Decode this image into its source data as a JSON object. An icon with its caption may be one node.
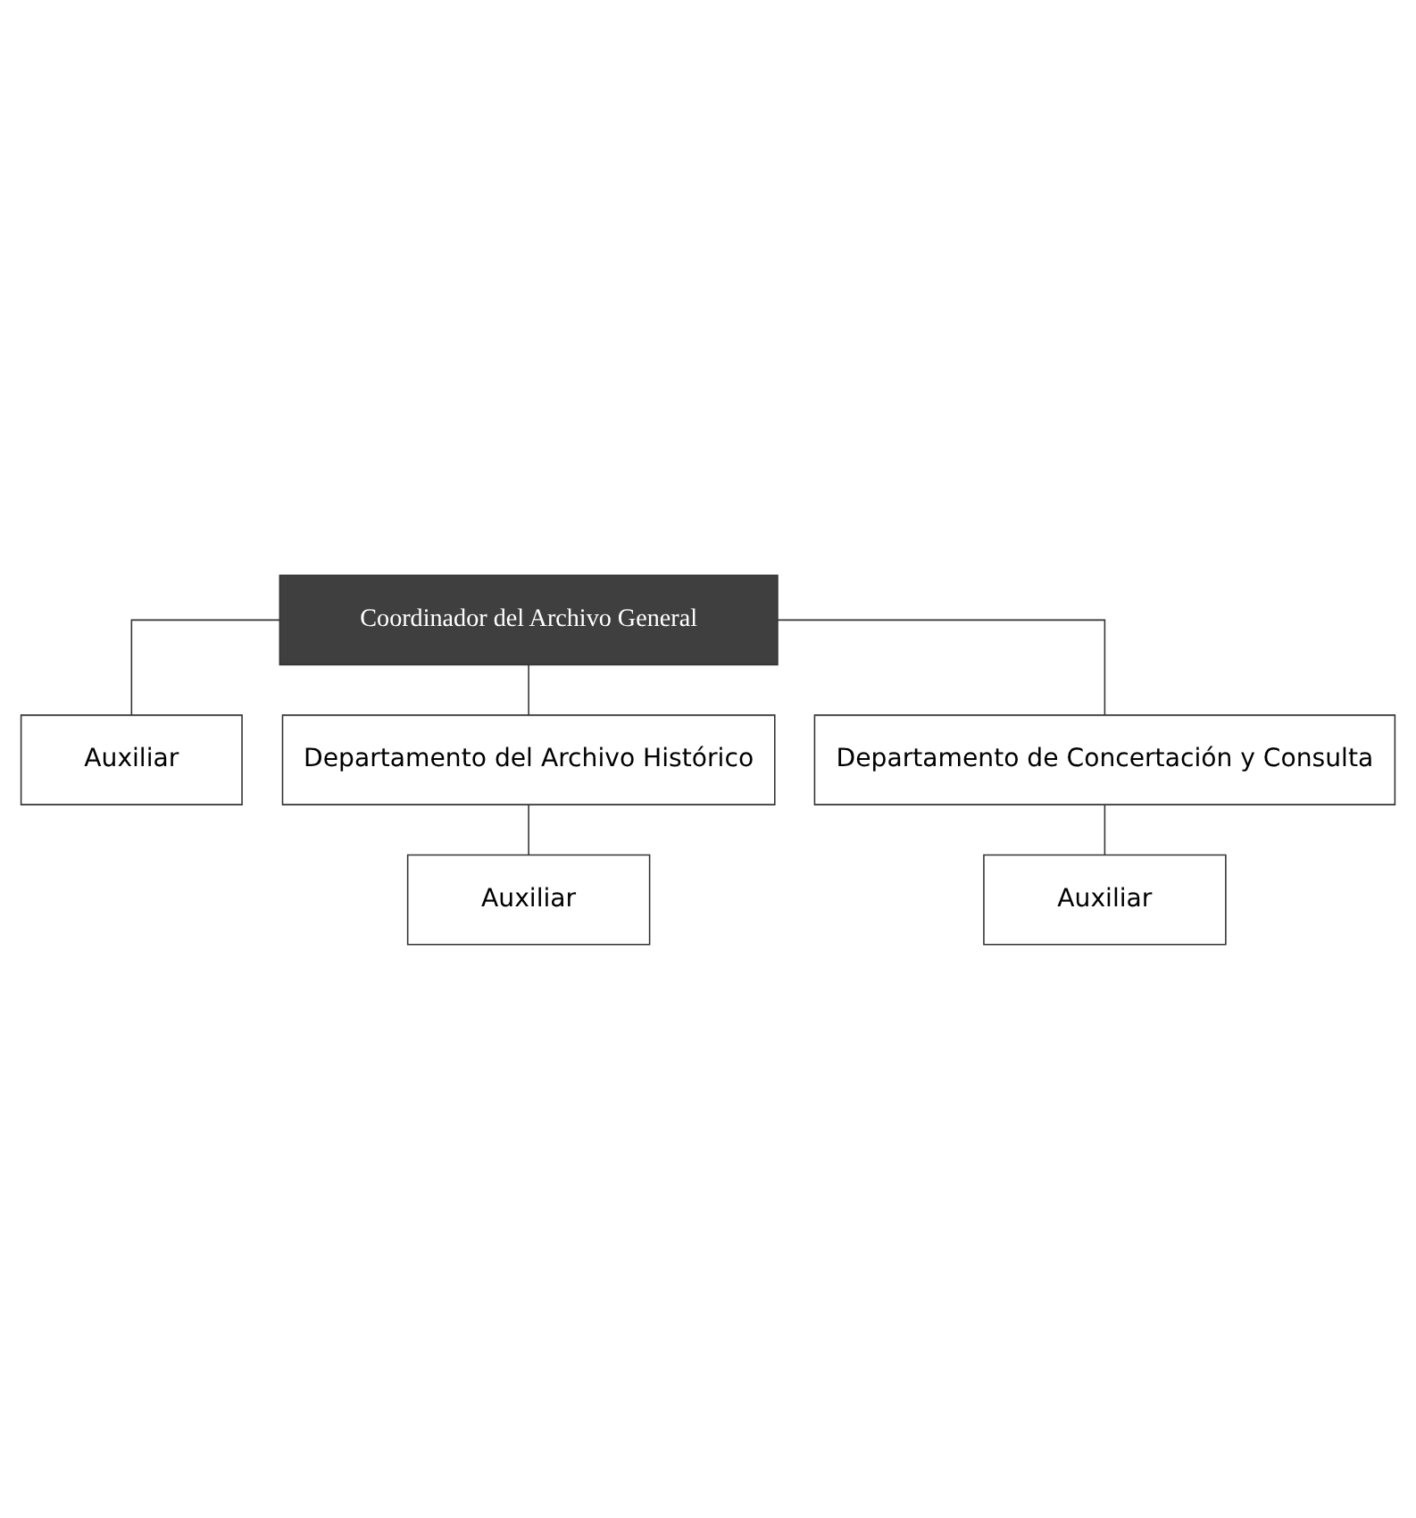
{
  "diagram": {
    "nodes": [
      {
        "text": [
          "Coordinador del Archivo General"
        ]
      },
      {
        "text": [
          "Auxiliar"
        ]
      },
      {
        "text": [
          "Departamento del Archivo Histórico"
        ]
      },
      {
        "text": [
          "Departamento de Concertación y Consulta"
        ]
      },
      {
        "text": [
          "Auxiliar"
        ]
      },
      {
        "text": [
          "Auxiliar"
        ]
      }
    ],
    "edges": [
      {
        "from": 0,
        "to": 1,
        "arrow": "none"
      },
      {
        "from": 0,
        "to": 2,
        "arrow": "none"
      },
      {
        "from": 0,
        "to": 3,
        "arrow": "none"
      },
      {
        "from": 2,
        "to": 4,
        "arrow": "none"
      },
      {
        "from": 3,
        "to": 5,
        "arrow": "none"
      }
    ]
  }
}
